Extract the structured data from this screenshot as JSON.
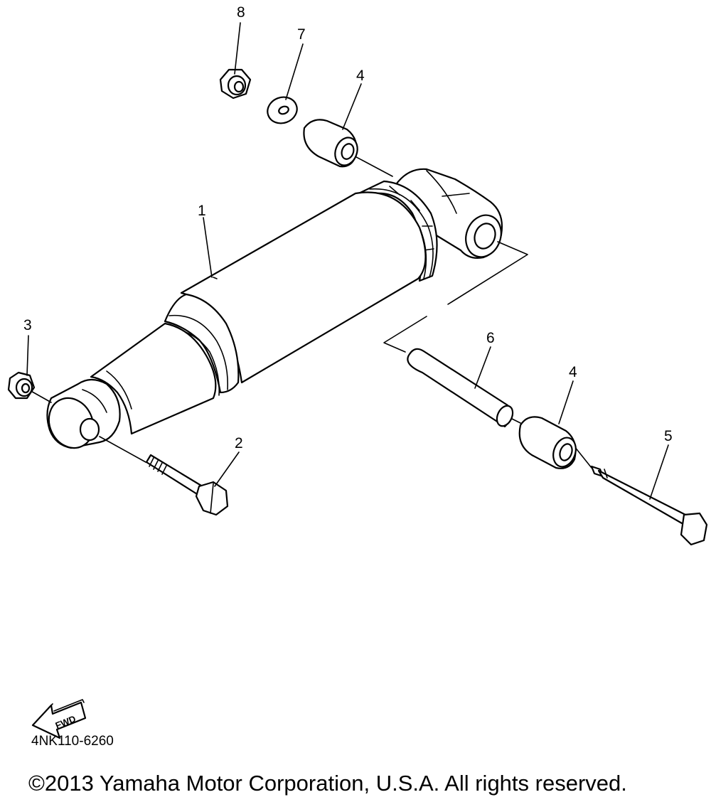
{
  "diagram": {
    "callouts": [
      {
        "id": "callout-1",
        "label": "1"
      },
      {
        "id": "callout-2",
        "label": "2"
      },
      {
        "id": "callout-3",
        "label": "3"
      },
      {
        "id": "callout-4-top",
        "label": "4"
      },
      {
        "id": "callout-4-bottom",
        "label": "4"
      },
      {
        "id": "callout-5",
        "label": "5"
      },
      {
        "id": "callout-6",
        "label": "6"
      },
      {
        "id": "callout-7",
        "label": "7"
      },
      {
        "id": "callout-8",
        "label": "8"
      }
    ],
    "fwd_label": "FWD",
    "part_code": "4NK110-6260"
  },
  "footer": {
    "copyright": "©2013 Yamaha Motor Corporation, U.S.A. All rights reserved."
  }
}
